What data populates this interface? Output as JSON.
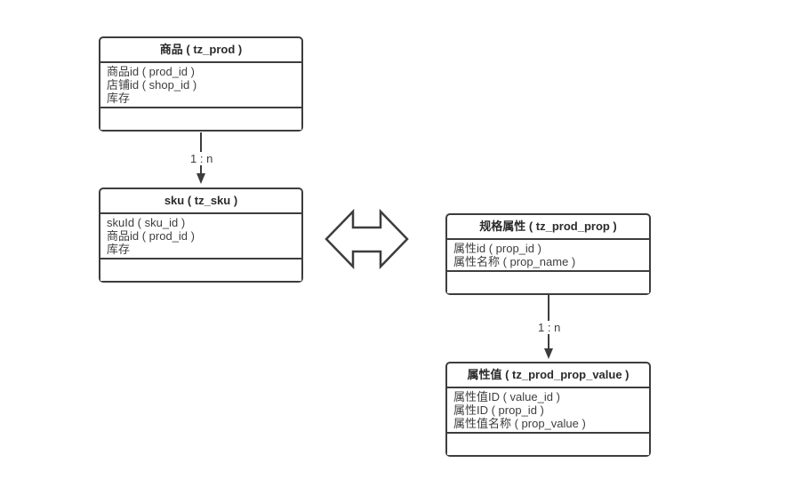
{
  "colors": {
    "border": "#3d3d3d",
    "field_text": "#3e3e3e",
    "header_text": "#2b2b2b",
    "background": "#ffffff"
  },
  "tables": {
    "prod": {
      "title": "商品 ( tz_prod )",
      "fields": [
        "商品id ( prod_id )",
        "店铺id ( shop_id )",
        "库存"
      ]
    },
    "sku": {
      "title": "sku ( tz_sku )",
      "fields": [
        "skuId ( sku_id )",
        "商品id ( prod_id )",
        "库存"
      ]
    },
    "prop": {
      "title": "规格属性 ( tz_prod_prop )",
      "fields": [
        "属性id ( prop_id )",
        "属性名称 ( prop_name )"
      ]
    },
    "prop_value": {
      "title": "属性值 ( tz_prod_prop_value )",
      "fields": [
        "属性值ID ( value_id )",
        "属性ID ( prop_id )",
        "属性值名称 ( prop_value )"
      ]
    }
  },
  "relations": {
    "prod_to_sku": {
      "label": "1 : n"
    },
    "prop_to_value": {
      "label": "1 : n"
    }
  },
  "icons": {
    "sku_prop_link": "double-arrow-icon"
  }
}
